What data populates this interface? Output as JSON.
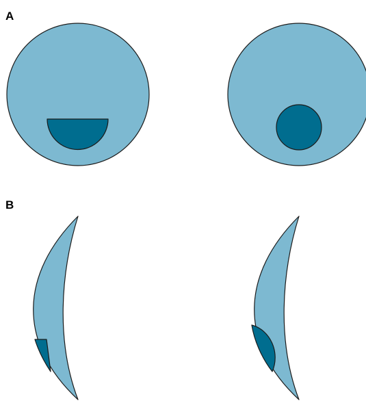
{
  "panels": [
    {
      "id": "A",
      "label": "A"
    },
    {
      "id": "B",
      "label": "B"
    }
  ],
  "colors": {
    "outer_fill": "#7db9d1",
    "inner_fill": "#006d8f",
    "stroke": "#1b1b1b"
  }
}
